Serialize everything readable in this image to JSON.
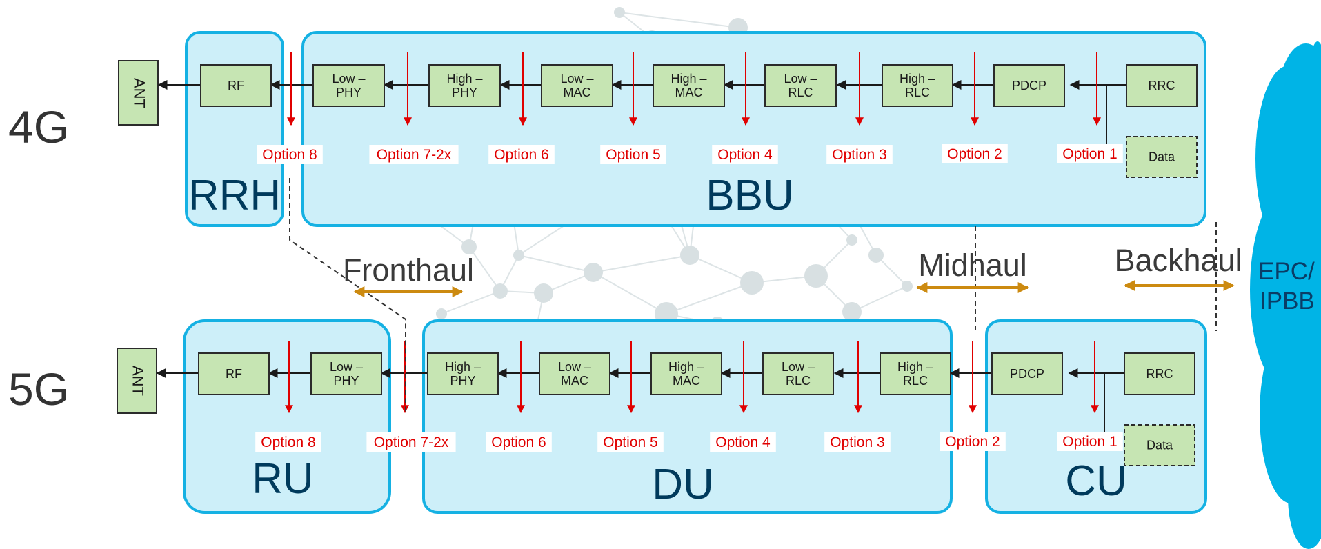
{
  "rows": [
    {
      "id": "4g",
      "generation_label": "4G",
      "antenna_label": "ANT",
      "groups": [
        "RRH",
        "BBU"
      ],
      "blocks": [
        {
          "key": "rf",
          "lines": [
            "RF"
          ]
        },
        {
          "key": "low-phy",
          "lines": [
            "Low –",
            "PHY"
          ]
        },
        {
          "key": "high-phy",
          "lines": [
            "High –",
            "PHY"
          ]
        },
        {
          "key": "low-mac",
          "lines": [
            "Low –",
            "MAC"
          ]
        },
        {
          "key": "high-mac",
          "lines": [
            "High –",
            "MAC"
          ]
        },
        {
          "key": "low-rlc",
          "lines": [
            "Low –",
            "RLC"
          ]
        },
        {
          "key": "high-rlc",
          "lines": [
            "High –",
            "RLC"
          ]
        },
        {
          "key": "pdcp",
          "lines": [
            "PDCP"
          ]
        },
        {
          "key": "rrc",
          "lines": [
            "RRC"
          ]
        },
        {
          "key": "data",
          "lines": [
            "Data"
          ]
        }
      ],
      "options": [
        "Option 8",
        "Option 7-2x",
        "Option 6",
        "Option 5",
        "Option 4",
        "Option 3",
        "Option 2",
        "Option 1"
      ]
    },
    {
      "id": "5g",
      "generation_label": "5G",
      "antenna_label": "ANT",
      "groups": [
        "RU",
        "DU",
        "CU"
      ],
      "blocks": [
        {
          "key": "rf",
          "lines": [
            "RF"
          ]
        },
        {
          "key": "low-phy",
          "lines": [
            "Low –",
            "PHY"
          ]
        },
        {
          "key": "high-phy",
          "lines": [
            "High –",
            "PHY"
          ]
        },
        {
          "key": "low-mac",
          "lines": [
            "Low –",
            "MAC"
          ]
        },
        {
          "key": "high-mac",
          "lines": [
            "High –",
            "MAC"
          ]
        },
        {
          "key": "low-rlc",
          "lines": [
            "Low –",
            "RLC"
          ]
        },
        {
          "key": "high-rlc",
          "lines": [
            "High –",
            "RLC"
          ]
        },
        {
          "key": "pdcp",
          "lines": [
            "PDCP"
          ]
        },
        {
          "key": "rrc",
          "lines": [
            "RRC"
          ]
        },
        {
          "key": "data",
          "lines": [
            "Data"
          ]
        }
      ],
      "options": [
        "Option 8",
        "Option 7-2x",
        "Option 6",
        "Option 5",
        "Option 4",
        "Option 3",
        "Option 2",
        "Option 1"
      ]
    }
  ],
  "transport": {
    "fronthaul": "Fronthaul",
    "midhaul": "Midhaul",
    "backhaul": "Backhaul"
  },
  "core": {
    "line1": "EPC/",
    "line2": "IPBB"
  },
  "colors": {
    "group_fill": "#cdeff9",
    "group_stroke": "#15b1e3",
    "block_fill": "#c6e5b3",
    "block_stroke": "#2b2b2b",
    "option_arrow": "#e00000",
    "haul_arrow": "#cc8a10",
    "cloud": "#00b4e6",
    "network_bg": "#dde4e6"
  }
}
